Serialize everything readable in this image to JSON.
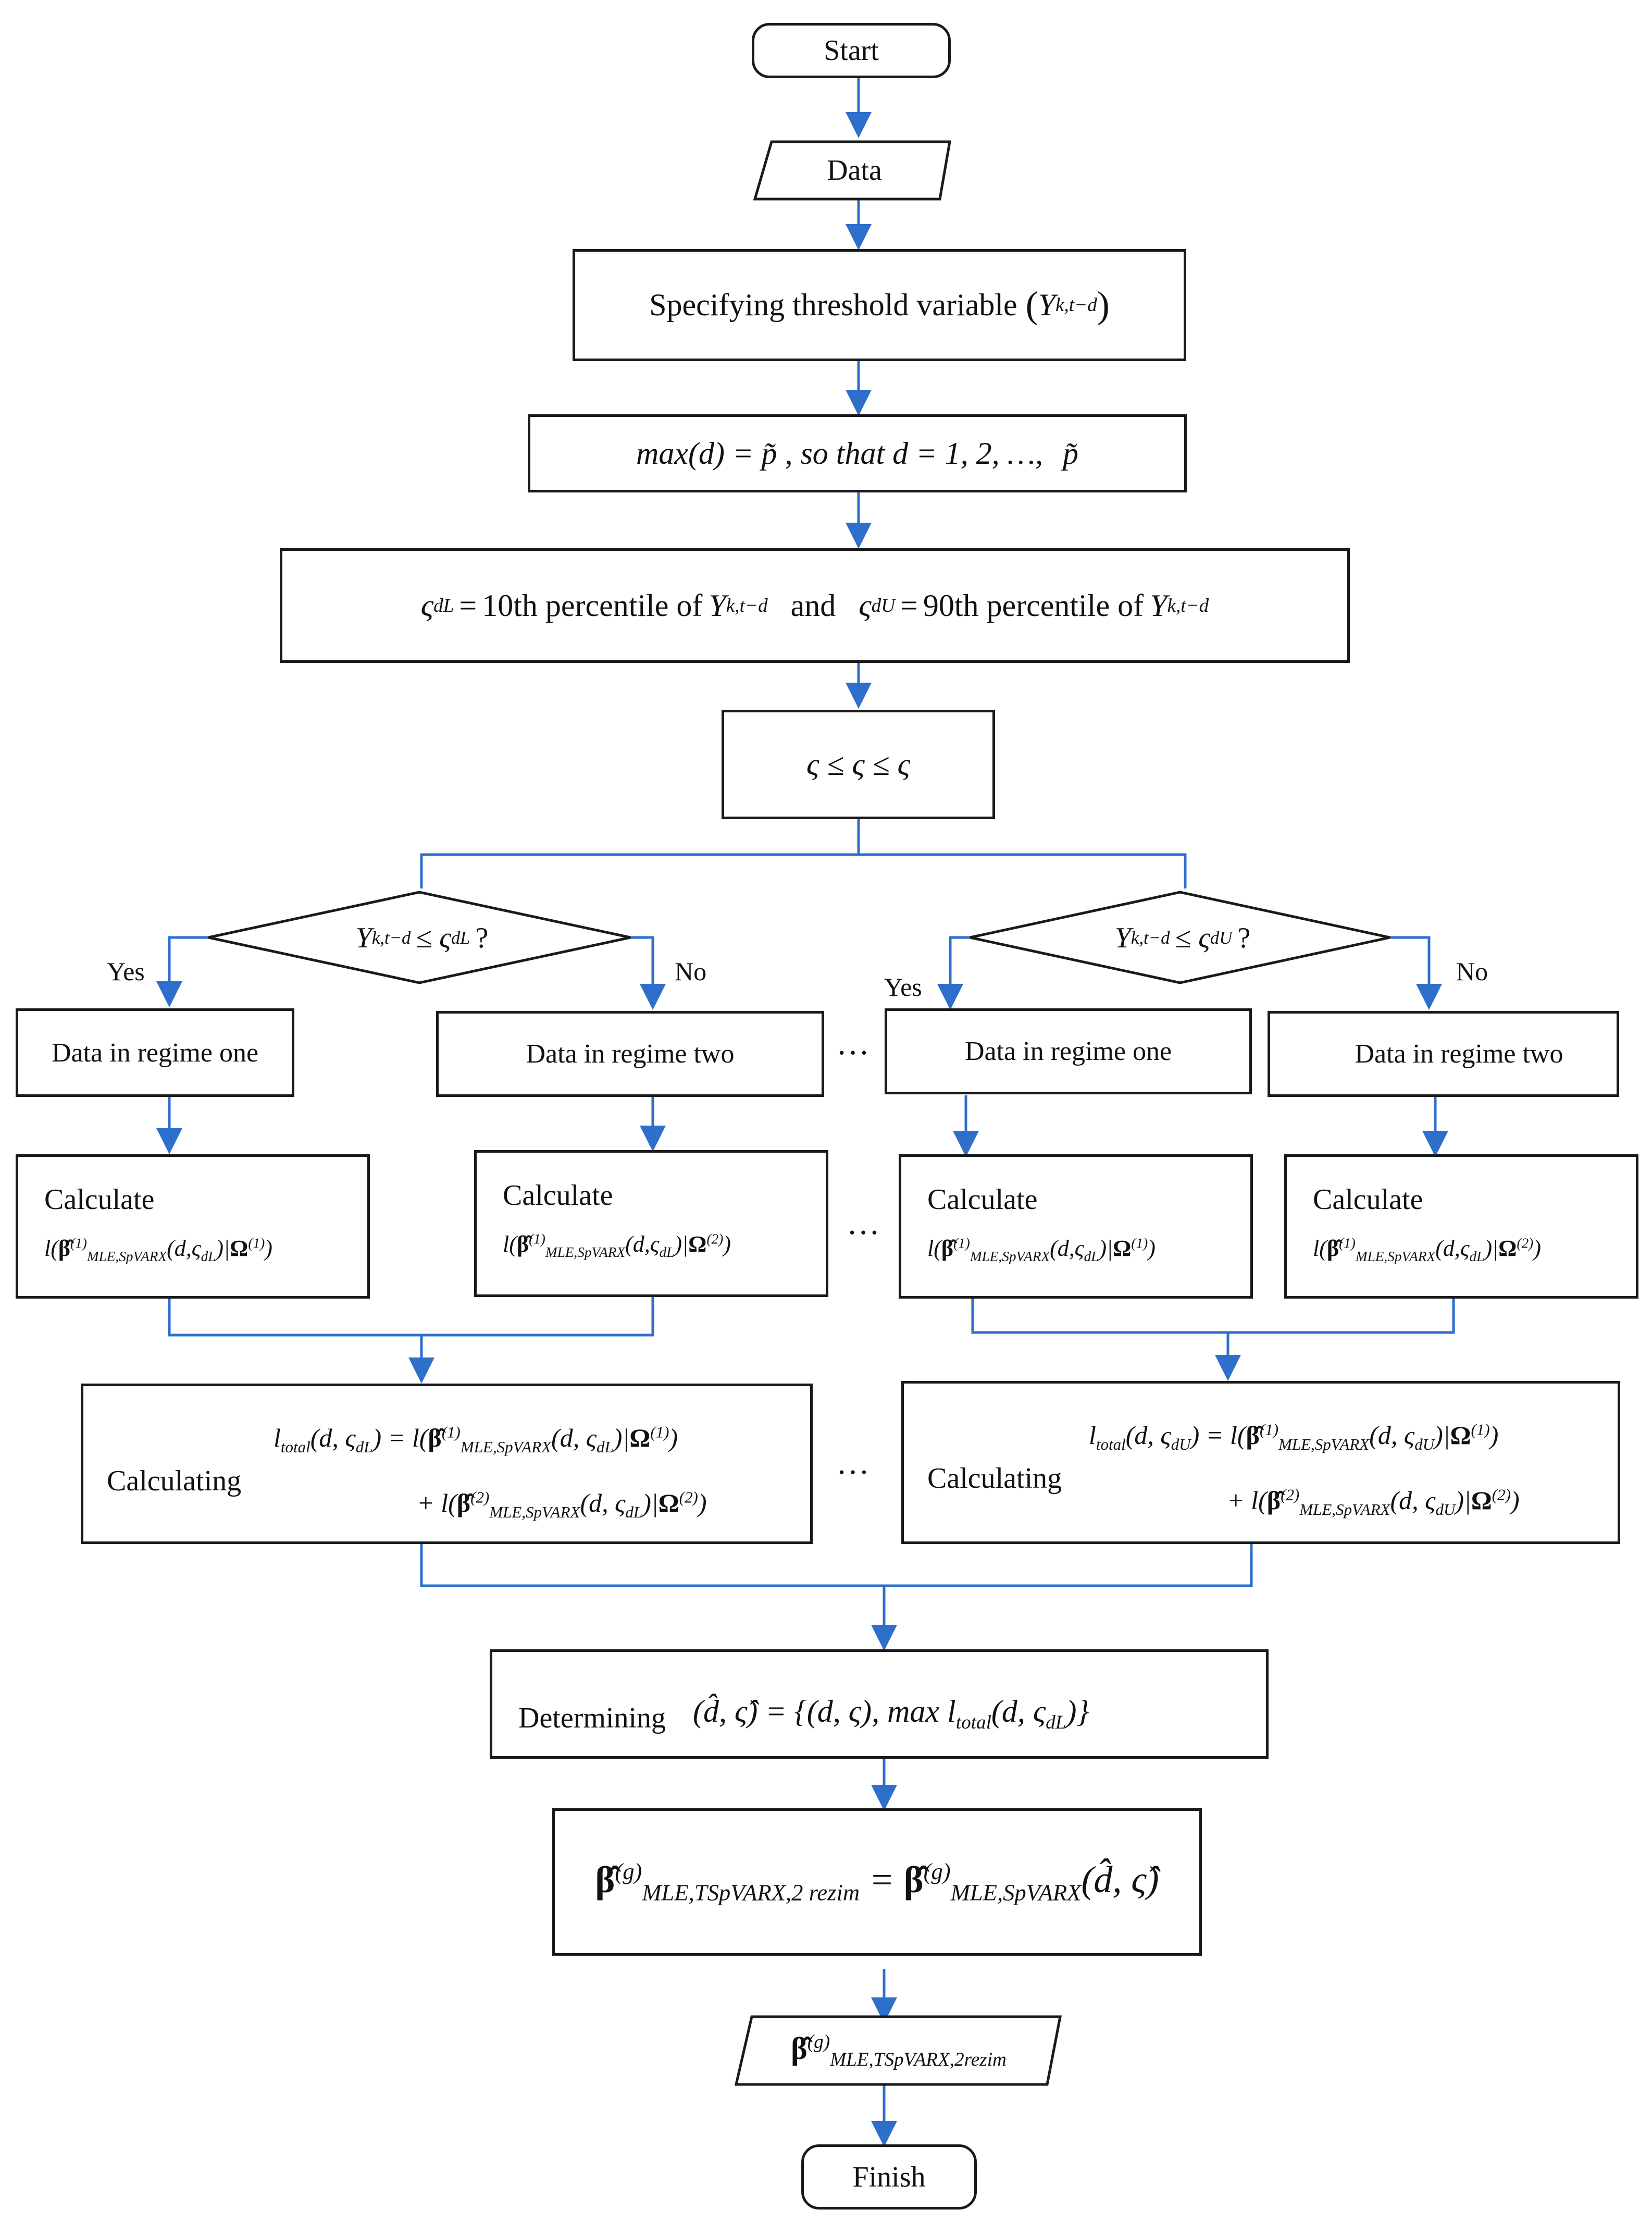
{
  "flow": {
    "start": "Start",
    "data": "Data",
    "threshold": "Specifying threshold variable",
    "threshold_sym": "Y",
    "maxd_prefix": "max(d) = p̃ , so that d = 1, 2, …,",
    "maxd_suffix": "p̃",
    "percentile_left": "10th percentile of",
    "percentile_and": "and",
    "percentile_right": "90th percentile of",
    "range": "ς ≤ ς ≤ ς",
    "diamond_left": "≤ ς",
    "diamond_right": "≤ ς",
    "question": "?",
    "yes": "Yes",
    "no": "No",
    "ellipsis": "…",
    "regime_one": "Data in regime one",
    "regime_two": "Data in regime two",
    "calculate": "Calculate",
    "calculating": "Calculating",
    "determining": "Determining",
    "finish": "Finish"
  },
  "colors": {
    "arrow": "#2E6FCB",
    "border": "#1a1a1a"
  }
}
